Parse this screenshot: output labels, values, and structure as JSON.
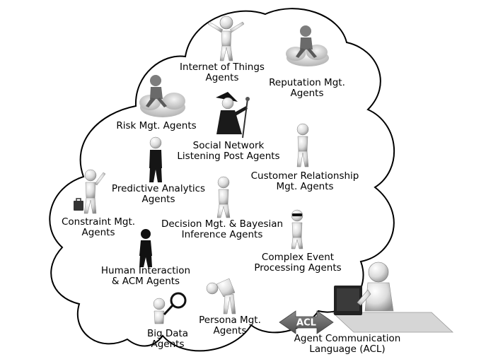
{
  "agents": [
    {
      "id": "iot",
      "lines": [
        "Internet of Things",
        "Agents"
      ]
    },
    {
      "id": "reputation",
      "lines": [
        "Reputation Mgt.",
        "Agents"
      ]
    },
    {
      "id": "risk",
      "lines": [
        "Risk Mgt. Agents"
      ]
    },
    {
      "id": "social",
      "lines": [
        "Social Network",
        "Listening Post Agents"
      ]
    },
    {
      "id": "crm",
      "lines": [
        "Customer Relationship",
        "Mgt. Agents"
      ]
    },
    {
      "id": "predictive",
      "lines": [
        "Predictive Analytics",
        "Agents"
      ]
    },
    {
      "id": "constraint",
      "lines": [
        "Constraint Mgt.",
        "Agents"
      ]
    },
    {
      "id": "decision",
      "lines": [
        "Decision Mgt. & Bayesian",
        "Inference Agents"
      ]
    },
    {
      "id": "cep",
      "lines": [
        "Complex Event",
        "Processing Agents"
      ]
    },
    {
      "id": "human",
      "lines": [
        "Human Interaction",
        "& ACM Agents"
      ]
    },
    {
      "id": "persona",
      "lines": [
        "Persona Mgt.",
        "Agents"
      ]
    },
    {
      "id": "bigdata",
      "lines": [
        "Big Data",
        "Agents"
      ]
    }
  ],
  "acl": {
    "arrow_label": "ACL",
    "caption_lines": [
      "Agent Communication",
      "Language (ACL)"
    ]
  },
  "colors": {
    "figure_light": "#e6e6e6",
    "figure_shade": "#9a9a9a",
    "figure_dark": "#1a1a1a",
    "arrow_fill": "#6b6b6b",
    "cloud_stroke": "#000000"
  }
}
